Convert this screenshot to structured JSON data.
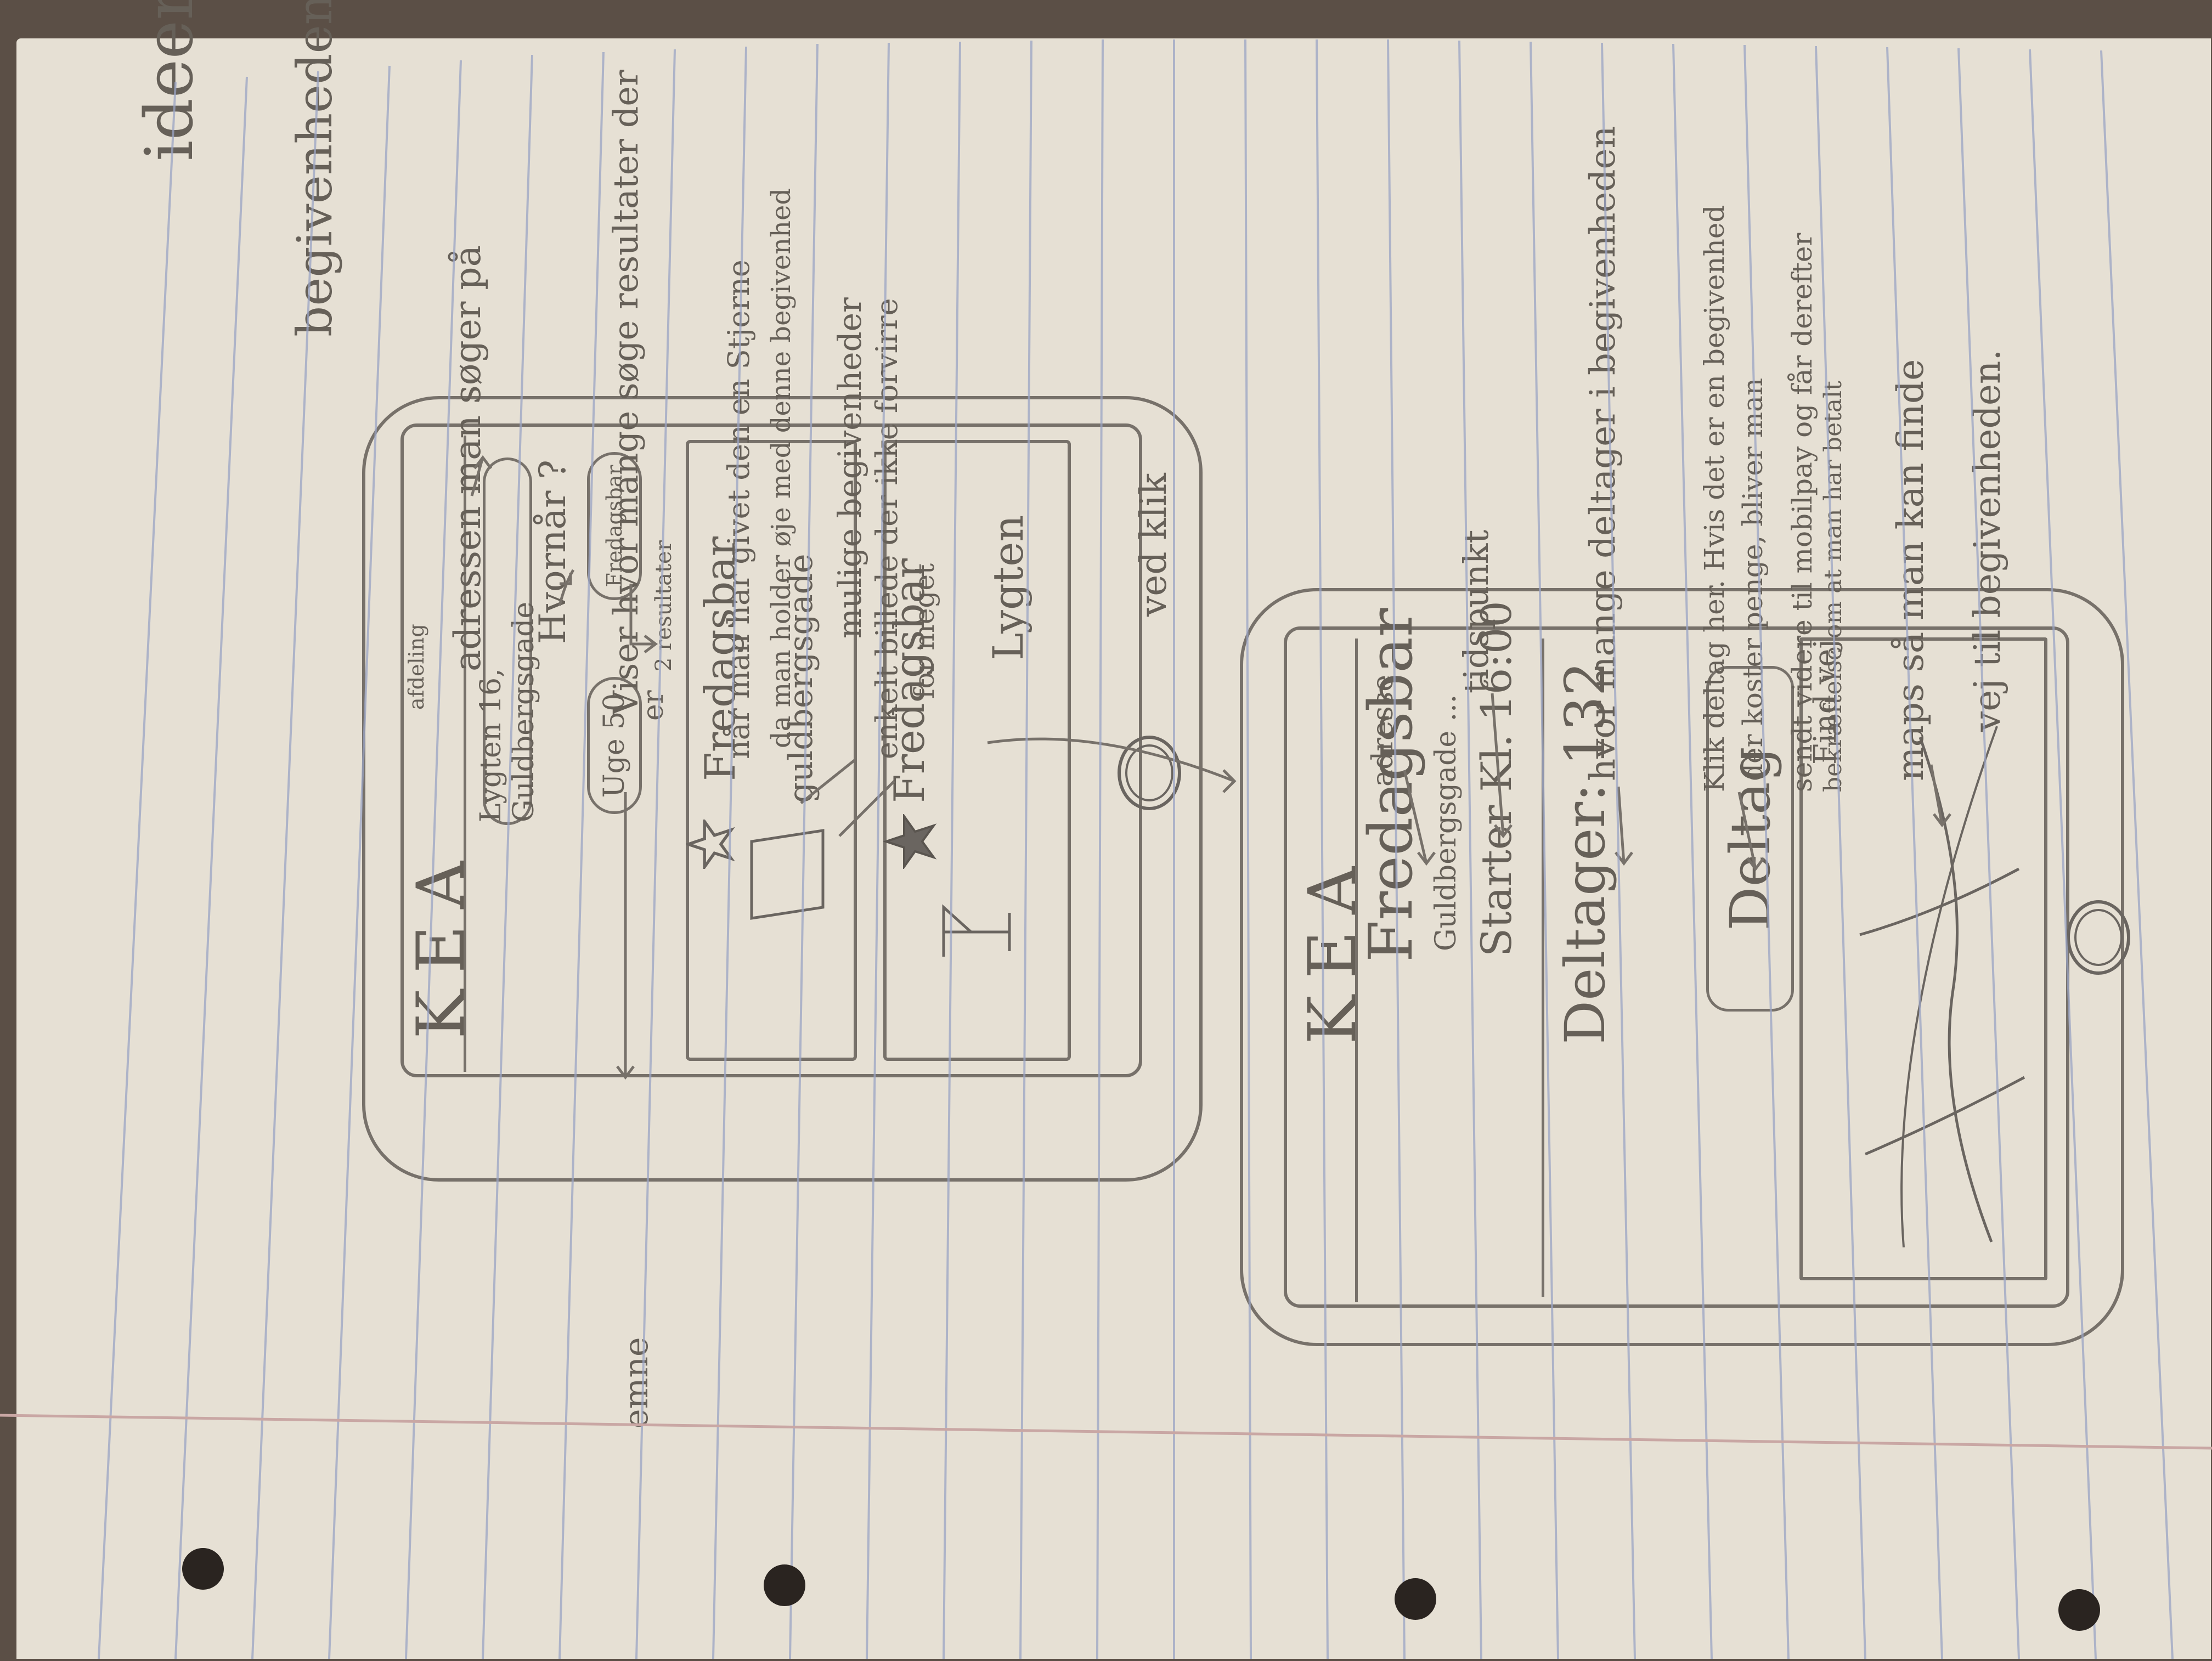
{
  "page": {
    "title": "ideer",
    "subtitle": "begivenhedens side"
  },
  "phone1": {
    "header": "KEA",
    "address_pill": "Lygten 16, Guldbergsgade",
    "topic_pill": "Fredagsbar",
    "week_pill": "Uge 50",
    "results": "2 resultater",
    "cards": [
      {
        "title": "Fredagsbar",
        "place": "guldbergsgade"
      },
      {
        "title": "Fredagsbar",
        "place": "Lygten"
      }
    ]
  },
  "phone2": {
    "header": "KEA",
    "title": "Fredagsbar",
    "address": "Guldbergsgade ...",
    "time": "Starter Kl. 16:00",
    "participants": "Deltager: 132",
    "join_button": "Deltag",
    "map_label": "Find vej"
  },
  "annotations": {
    "afdeling": "afdeling",
    "adressen": "adressen man søger på",
    "hvornaar": "Hvornår ?",
    "viser1": "Viser hvor mange søge resultater der",
    "viser2": "er",
    "emne": "emne",
    "stjerne1": "når man har givet den en Stjerne",
    "stjerne2": "da man holder øje med denne begivenhed",
    "mulige1": "mulige begivenheder",
    "mulige2": "enkelt billede der ikke forvirre",
    "mulige3": "for meget",
    "vedklik": "ved klik",
    "adresse": "adresse",
    "tidspunkt": "tidspunkt",
    "deltagere": "hvor mange deltager i begivenheden",
    "klik1": "Klik deltag her. Hvis det er en begivenhed",
    "klik2": "der koster penge, bliver man",
    "klik3": "sendt videre til mobilpay og får derefter",
    "klik4": "bekræftelse om at man har betalt",
    "maps": "maps så man kan finde",
    "vej": "vej til begivenheden."
  },
  "colors": {
    "paper": "#e6e0d4",
    "rule": "#9aa4c4",
    "margin": "#c9a7a4",
    "pencil": "#6a6560",
    "hole": "#2a2420"
  }
}
